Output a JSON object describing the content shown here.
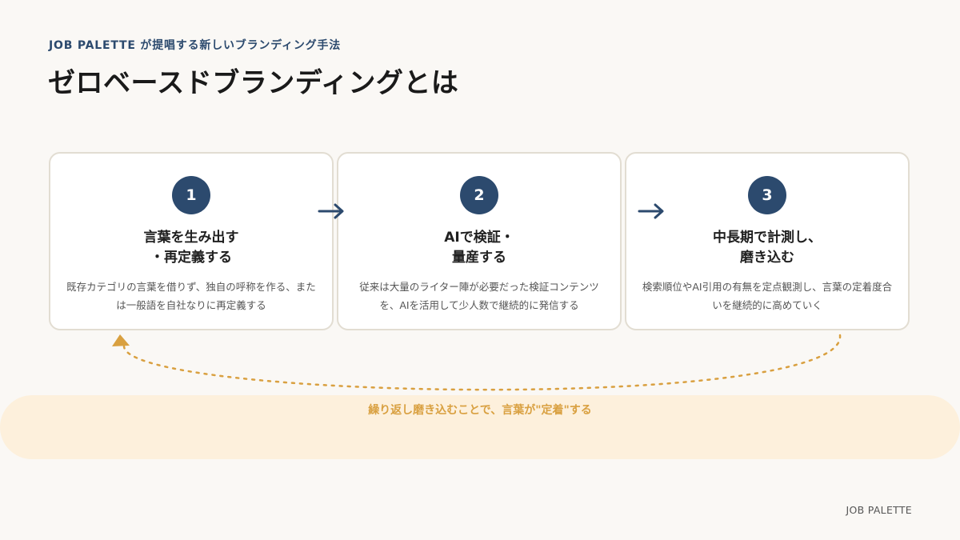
{
  "header": {
    "eyebrow": "JOB PALETTE が提唱する新しいブランディング手法",
    "title": "ゼロベースドブランディングとは"
  },
  "steps": [
    {
      "number": "1",
      "title": "言葉を生み出す\n・再定義する",
      "description": "既存カテゴリの言葉を借りず、独自の呼称を作る、または一般語を自社なりに再定義する"
    },
    {
      "number": "2",
      "title": "AIで検証・\n量産する",
      "description": "従来は大量のライター陣が必要だった検証コンテンツを、AIを活用して少人数で継続的に発信する"
    },
    {
      "number": "3",
      "title": "中長期で計測し、\n磨き込む",
      "description": "検索順位やAI引用の有無を定点観測し、言葉の定着度合いを継続的に高めていく"
    }
  ],
  "loop": {
    "caption": "繰り返し磨き込むことで、言葉が\"定着\"する"
  },
  "footer": {
    "brand": "JOB PALETTE"
  },
  "colors": {
    "navy": "#2c4a6e",
    "gold": "#d9a040",
    "band": "#fdf0dc",
    "card_border": "#e2ddd2",
    "background": "#faf8f5"
  },
  "icons": {
    "step_connector": "arrow-right-icon",
    "loop_connector": "dotted-return-arrow-icon"
  }
}
